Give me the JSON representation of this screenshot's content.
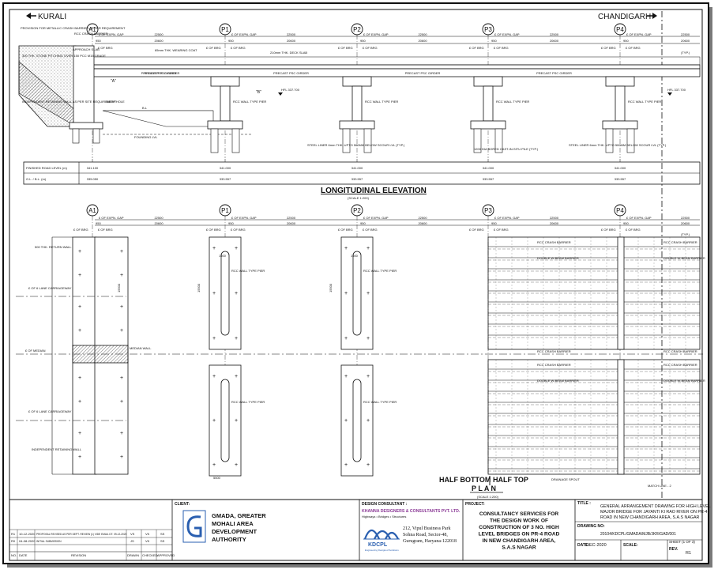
{
  "directions": {
    "left": "KURALI",
    "right": "CHANDIGARH"
  },
  "piers": [
    {
      "label": "A1"
    },
    {
      "label": "P1"
    },
    {
      "label": "P2"
    },
    {
      "label": "P3"
    },
    {
      "label": "P4"
    }
  ],
  "span_labels": {
    "expn_gap": "£ OF EXPN. GAP",
    "brg": "£ OF BRG",
    "span_total": "22500",
    "span_clear": "20600",
    "bearing_offset": "950",
    "dim_500": "500",
    "dim_typ": "(TYP.)"
  },
  "elevation": {
    "girder_label": "PRECAST PSC GIRDER",
    "pier_label": "RCC WALL TYPE PIER",
    "hfl": "HFL 337.700",
    "bl": "B.L",
    "founding": "FOUNDING LVL",
    "section_a": "\"A\"",
    "section_b": "\"B\"",
    "wall_note": "INDEPENDENT RETAINING WALL AS PER SITE REQUIREMENT",
    "abut_top_note": "PROVISION FOR METALLIC CRASH BARRIER AS PER REQUIREMENT",
    "stone_pitching": "300 THK. STONE PITCHING OVER 150 PCC M15 GRADE",
    "approach_slab": "APPROACH SLAB",
    "crash_barrier": "RCC CRASH BARRIER",
    "wearing_coat": "65mm THK. WEARING COAT",
    "deck_slab": "210mm THK. DECK SLAB",
    "weep_hole": "WEEP HOLE",
    "scour": "STEEL LINER 6mm THK. UPTO 500MM BELOW SCOUR LVL (TYP.)",
    "bored_pile": "1200 DIA BORED CAST-IN-SITU PILE (TYP.)",
    "row1_label": "FINISHED ROAD LEVEL (m)",
    "row2_label": "G.L. / B.L. (m)",
    "row1_values": [
      "341.100",
      "341.000",
      "341.000",
      "341.000",
      "341.000"
    ],
    "row2_values": [
      "335.050",
      "333.557",
      "333.557",
      "333.557",
      "333.557"
    ],
    "title": "LONGITUDINAL ELEVATION",
    "scale": "(SCALE 1:200)"
  },
  "plan": {
    "return_wall": "500 THK. RETURN WALL",
    "carriageway": "£ OF 6 LANE CARRIAGEWAY",
    "median": "£ OF MEDIAN",
    "median_note": "MEDIAN WALL",
    "retaining_wall": "INDEPENDENT RETAINING WALL",
    "crash_barrier": "RCC CRASH BARRIER",
    "w_beam": "DOUBLE W-BEAM BARRIER",
    "drainage": "DRAINAGE SPOUT",
    "dim_15500": "15500",
    "dim_1500": "1500",
    "dim_5500": "5500",
    "match_line": "MATCH LINE - 2",
    "half_left": "HALF BOTTOM",
    "half_right": "HALF TOP",
    "title": "P L A N",
    "scale": "(SCALE 1:200)"
  },
  "revisions": {
    "rows": [
      {
        "rev": "R1",
        "date": "10-12-2020",
        "desc": "PROPOSAL REVISED AS PER DEPT. REVIEW (1) VIDE EMAIL DT. 09-12-2020",
        "drawn": "VS",
        "checked": "VK",
        "approved": "SS"
      },
      {
        "rev": "R0",
        "date": "04-08-2020",
        "desc": "INITIAL SUBMISSION",
        "drawn": "JS",
        "checked": "VK",
        "approved": "SS"
      }
    ],
    "headers": {
      "rev": "NO.",
      "date": "DATE",
      "desc": "REVISION",
      "drawn": "DRAWN",
      "checked": "CHECKED",
      "approved": "APPROVED"
    }
  },
  "title_block": {
    "client_label": "CLIENT:",
    "client_name": [
      "GMADA, GREATER",
      "MOHALI AREA",
      "DEVELOPMENT",
      "AUTHORITY"
    ],
    "consultant_label": "DESIGN CONSULTANT :",
    "consultant_name": "KHANNA DESIGNERS & CONSULTANTS PVT. LTD.",
    "consultant_tagline": "Highways • Bridges • Structures",
    "consultant_logo": "KDCPL",
    "consultant_logo_tag": "Engineering Designed Solutions",
    "consultant_address": [
      "212, Vipul Business Park",
      "Sohna Road, Sector-48,",
      "Gurugram, Haryana-122018"
    ],
    "project_label": "PROJECT:",
    "project_text": [
      "CONSULTANCY SERVICES FOR",
      "THE DESIGN WORK OF",
      "CONSTRUCTION OF 3 NO. HIGH",
      "LEVEL BRIDGES ON PR-4 ROAD",
      "IN NEW CHANDIGARH AREA,",
      "S.A.S NAGAR"
    ],
    "title_label": "TITLE :",
    "title_text": [
      "GENERAL ARRANGEMENT DRAWING FOR HIGH LEVEL",
      "MAJOR BRIDGE FOR JAYANTI KI RAO RIVER ON PR-4",
      "ROAD IN NEW CHANDIGARH AREA, S.A.S NAGAR"
    ],
    "drawing_no_label": "DRAWING NO:",
    "drawing_no": "20104/KDCPL/GMADA/MJB/JKR/GAD/001",
    "date_label": "DATE:",
    "date": "DEC-2020",
    "scale_label": "SCALE:",
    "scale": "",
    "sheet": "SHEET (1 OF 3)",
    "rev_label": "REV.",
    "rev": "R1"
  },
  "colors": {
    "ink": "#111111",
    "consultant_blue": "#2a5fb0",
    "consultant_purple": "#8b3a96",
    "frame_shadow": "#7a7a7a"
  }
}
